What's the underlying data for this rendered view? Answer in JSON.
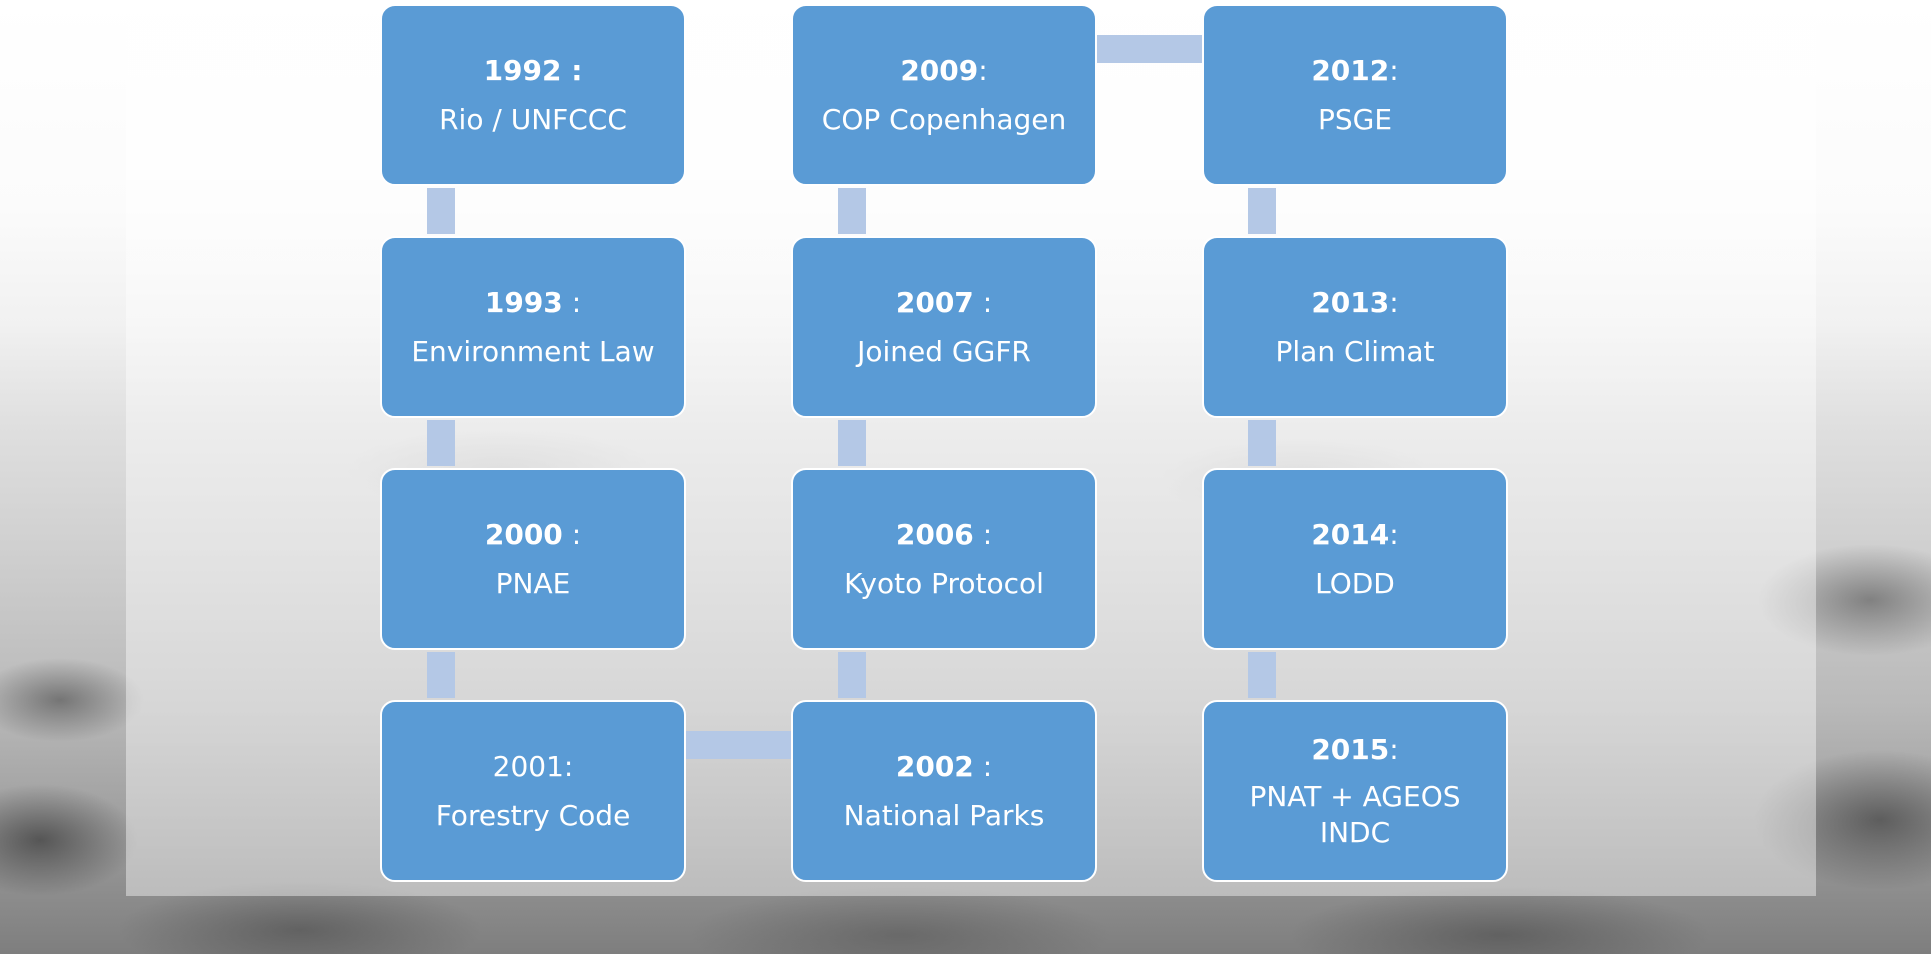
{
  "timeline": {
    "columns": [
      {
        "events": [
          {
            "year": "1992 :",
            "suffix": "",
            "year_bold": true,
            "description": "Rio / UNFCCC"
          },
          {
            "year": "1993",
            "suffix": " :",
            "year_bold": true,
            "description": "Environment Law"
          },
          {
            "year": "2000",
            "suffix": " :",
            "year_bold": true,
            "description": "PNAE"
          },
          {
            "year": "2001:",
            "suffix": "",
            "year_bold": false,
            "description": "Forestry Code"
          }
        ]
      },
      {
        "events": [
          {
            "year": "2009",
            "suffix": ":",
            "year_bold": true,
            "description": "COP Copenhagen"
          },
          {
            "year": "2007",
            "suffix": " :",
            "year_bold": true,
            "description": "Joined GGFR"
          },
          {
            "year": "2006",
            "suffix": " :",
            "year_bold": true,
            "description": "Kyoto Protocol"
          },
          {
            "year": "2002",
            "suffix": " :",
            "year_bold": true,
            "description": "National Parks"
          }
        ]
      },
      {
        "events": [
          {
            "year": "2012",
            "suffix": ":",
            "year_bold": true,
            "description": "PSGE"
          },
          {
            "year": "2013",
            "suffix": ":",
            "year_bold": true,
            "description": "Plan Climat"
          },
          {
            "year": "2014",
            "suffix": ":",
            "year_bold": true,
            "description": "LODD"
          },
          {
            "year": "2015",
            "suffix": ":",
            "year_bold": true,
            "description": "PNAT + AGEOS INDC"
          }
        ]
      }
    ]
  },
  "colors": {
    "box_fill": "#5a9bd5",
    "box_border": "#ffffff",
    "connector": "#b4c8e6",
    "text": "#ffffff"
  }
}
